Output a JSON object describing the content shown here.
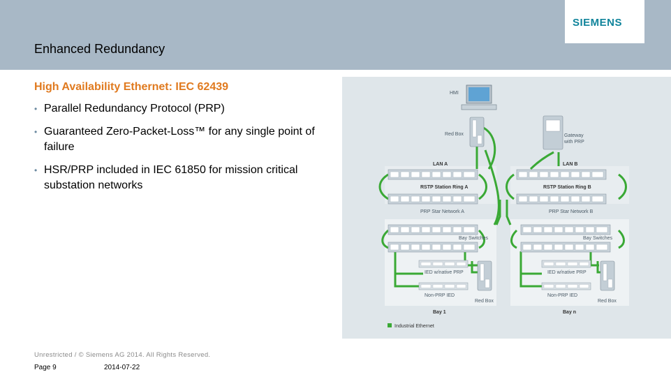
{
  "header": {
    "logo": "SIEMENS",
    "title": "Enhanced Redundancy"
  },
  "content": {
    "subtitle": "High Availability Ethernet: IEC 62439",
    "bullets": [
      "Parallel Redundancy Protocol (PRP)",
      "Guaranteed Zero-Packet-Loss™ for any single point of failure",
      "HSR/PRP included in IEC 61850 for mission critical substation networks"
    ]
  },
  "diagram": {
    "hmi": "HMI",
    "redbox_top": "Red Box",
    "gateway": [
      "Gateway",
      "with PRP"
    ],
    "lan_a": "LAN A",
    "lan_b": "LAN B",
    "ring_a": "RSTP Station Ring A",
    "ring_b": "RSTP Station Ring B",
    "star_a": "PRP Star Network A",
    "star_b": "PRP Star Network B",
    "bay_switches": "Bay Switches",
    "ied_native": "IED w/native PRP",
    "non_prp_ied": "Non-PRP IED",
    "red_box": "Red Box",
    "bay_1": "Bay 1",
    "bay_n": "Bay n",
    "legend": "Industrial Ethernet",
    "colors": {
      "ethernet": "#3aa935",
      "panel": "#dfe6ea",
      "bay_bg": "#eef2f4"
    }
  },
  "footer": {
    "copyright": "Unrestricted / © Siemens AG 2014. All Rights Reserved.",
    "page": "Page 9",
    "date": "2014-07-22"
  }
}
